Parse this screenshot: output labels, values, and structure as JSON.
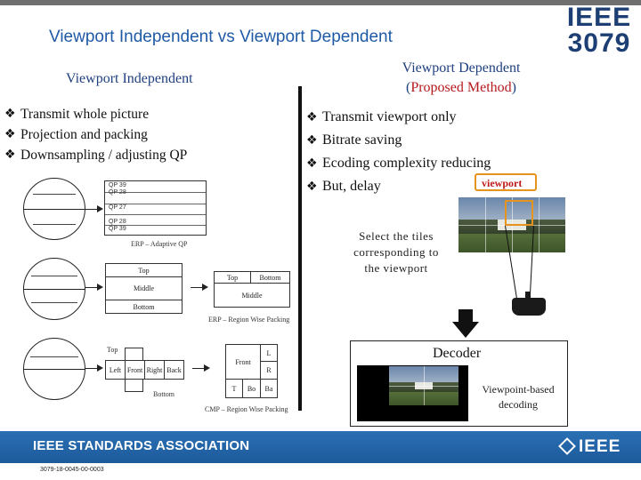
{
  "slide": {
    "title": "Viewport Independent vs Viewport Dependent",
    "logo": {
      "line1": "IEEE",
      "line2": "3079",
      "color": "#1d3f74"
    }
  },
  "left": {
    "heading": "Viewport Independent",
    "bullets": [
      "Transmit whole picture",
      "Projection and packing",
      "Downsampling / adjusting QP"
    ],
    "qp_labels": [
      "QP 39",
      "QP 28",
      "QP 27",
      "QP 28",
      "QP 39"
    ],
    "erp_qp_caption": "ERP – Adaptive QP",
    "packing1": {
      "top": "Top",
      "middle": "Middle",
      "bottom": "Bottom",
      "packed_top": "Top",
      "packed_bottom": "Bottom",
      "packed_middle": "Middle",
      "caption": "ERP – Region Wise Packing"
    },
    "packing2": {
      "top_label": "Top",
      "bottom_label": "Bottom",
      "faces": [
        "Left",
        "Front",
        "Right",
        "Back"
      ],
      "packed_front": "Front",
      "packed_l": "L",
      "packed_r": "R",
      "packed_t": "T",
      "packed_bo": "Bo",
      "packed_ba": "Ba",
      "caption": "CMP – Region Wise Packing"
    }
  },
  "right": {
    "heading_line1": "Viewport Dependent",
    "heading_open": "(",
    "heading_proposed": "Proposed Method",
    "heading_close": ")",
    "bullets": [
      "Transmit viewport only",
      "Bitrate saving",
      "Ecoding complexity reducing",
      "But, delay"
    ],
    "viewport_label": "viewport",
    "select_text": "Select the tiles corresponding to the viewport",
    "decoder_label": "Decoder",
    "decoder_caption": "Viewpoint-based decoding"
  },
  "footer": {
    "org": "IEEE STANDARDS ASSOCIATION",
    "logo": "IEEE",
    "doc_number": "3079-18-0045-00-0003"
  },
  "colors": {
    "title": "#1f5aa6",
    "heading": "#1f3f80",
    "accent_red": "#b5191c",
    "viewport_box": "#e7941f",
    "footer_bar": "#1c5a9b"
  },
  "icons": {
    "bullet": "diamond-bullet-icon",
    "headset": "vr-headset-icon",
    "arrow": "down-arrow-icon"
  }
}
